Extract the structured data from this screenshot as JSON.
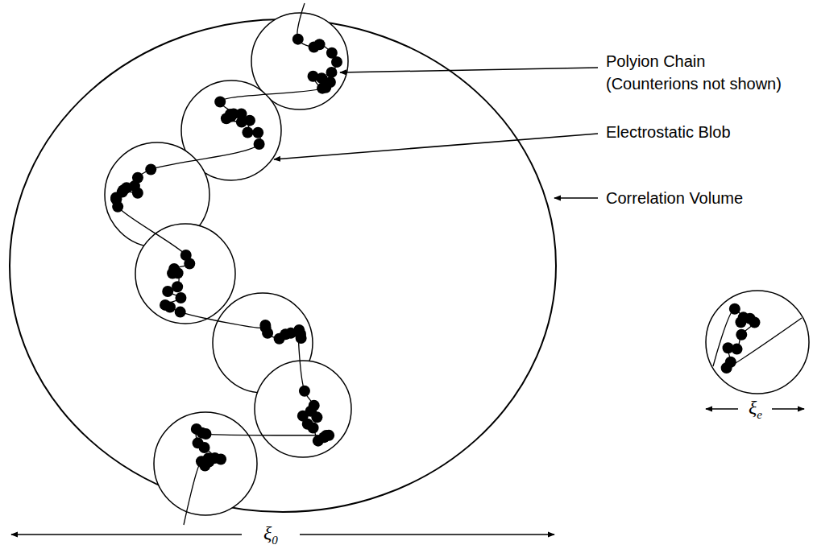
{
  "diagram": {
    "labels": [
      "Polyion Chain (Counterions not shown)",
      "Electrostatic Blob",
      "Correlation Volume",
      "ξ0",
      "ξe"
    ]
  }
}
